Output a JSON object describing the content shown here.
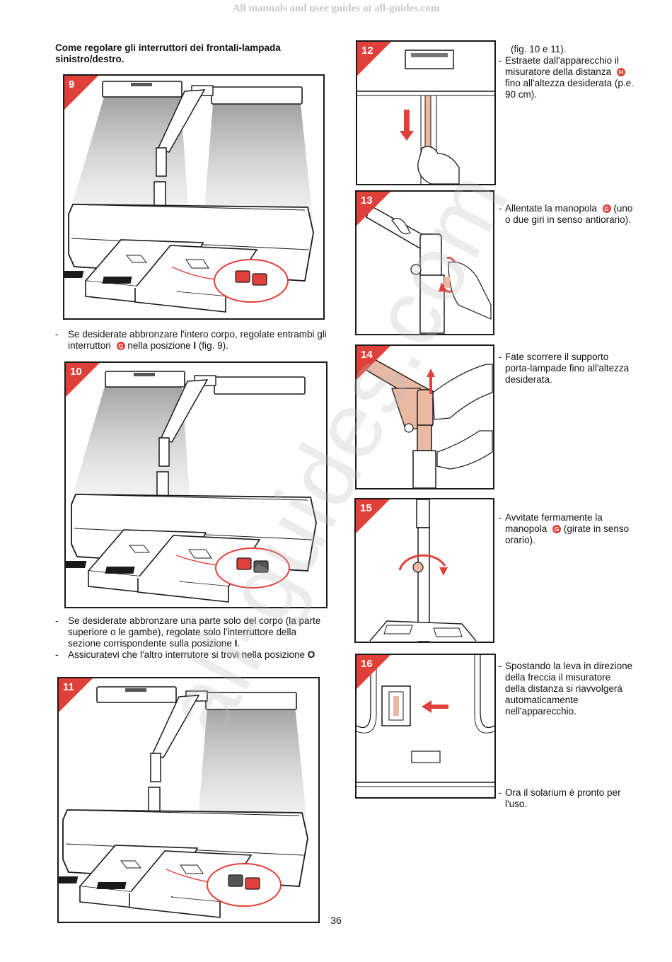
{
  "header": {
    "text": "All manuals and user guides at all-guides.com"
  },
  "watermark": {
    "text": "all-guides.com"
  },
  "section": {
    "title": "Come regolare gli interruttori dei frontali-lampada sinistro/destro."
  },
  "figures": {
    "f9": {
      "number": "9"
    },
    "f10": {
      "number": "10"
    },
    "f11": {
      "number": "11"
    },
    "f12": {
      "number": "12"
    },
    "f13": {
      "number": "13"
    },
    "f14": {
      "number": "14"
    },
    "f15": {
      "number": "15"
    },
    "f16": {
      "number": "16"
    }
  },
  "left_text": {
    "p1": {
      "dash": "-",
      "part1": "Se desiderate abbronzare l'intero corpo, regolate entrambi gli interruttori",
      "badge": "Q",
      "part2": "nella posizione",
      "bold": "I",
      "part3": "(fig. 9)."
    },
    "p2": {
      "dash": "-",
      "part1": "Se desiderate abbronzare una parte solo del corpo (la parte superiore o le gambe), regolate solo l'interruttore della sezione corrispondente sulla posizione",
      "bold": "I",
      "part2": "."
    },
    "p3": {
      "dash": "-",
      "part1": "Assicuratevi che l'altro interrutore si trovi nella posizione",
      "bold": "O"
    }
  },
  "right_text": {
    "s12": {
      "cont": "(fig. 10 e 11).",
      "dash": "-",
      "part1": "Estraete dall'apparecchio il misuratore della distanza",
      "badge": "H",
      "part2": "fino all'altezza desiderata (p.e. 90 cm)."
    },
    "s13": {
      "dash": "-",
      "part1": "Allentate la manopola",
      "badge": "G",
      "part2": "(uno o due giri in senso antiorario)."
    },
    "s14": {
      "dash": "-",
      "part1": "Fate scorrere il supporto porta-lampade fino all'altezza desiderata."
    },
    "s15": {
      "dash": "-",
      "part1": "Avvitate fermamente la manopola",
      "badge": "G",
      "part2": "(girate in senso orario)."
    },
    "s16": {
      "dash": "-",
      "part1": "Spostando la leva in direzione della freccia il misuratore della distanza si riavvolgerà automaticamente nell'apparecchio."
    },
    "s17": {
      "dash": "-",
      "part1": "Ora il solarium è pronto per l'uso."
    }
  },
  "page": {
    "number": "36"
  },
  "colors": {
    "accent": "#e0403a",
    "line": "#1a1a1a",
    "switch_on": "#e0403a",
    "switch_off": "#555555",
    "skin": "#e9b9a2"
  }
}
